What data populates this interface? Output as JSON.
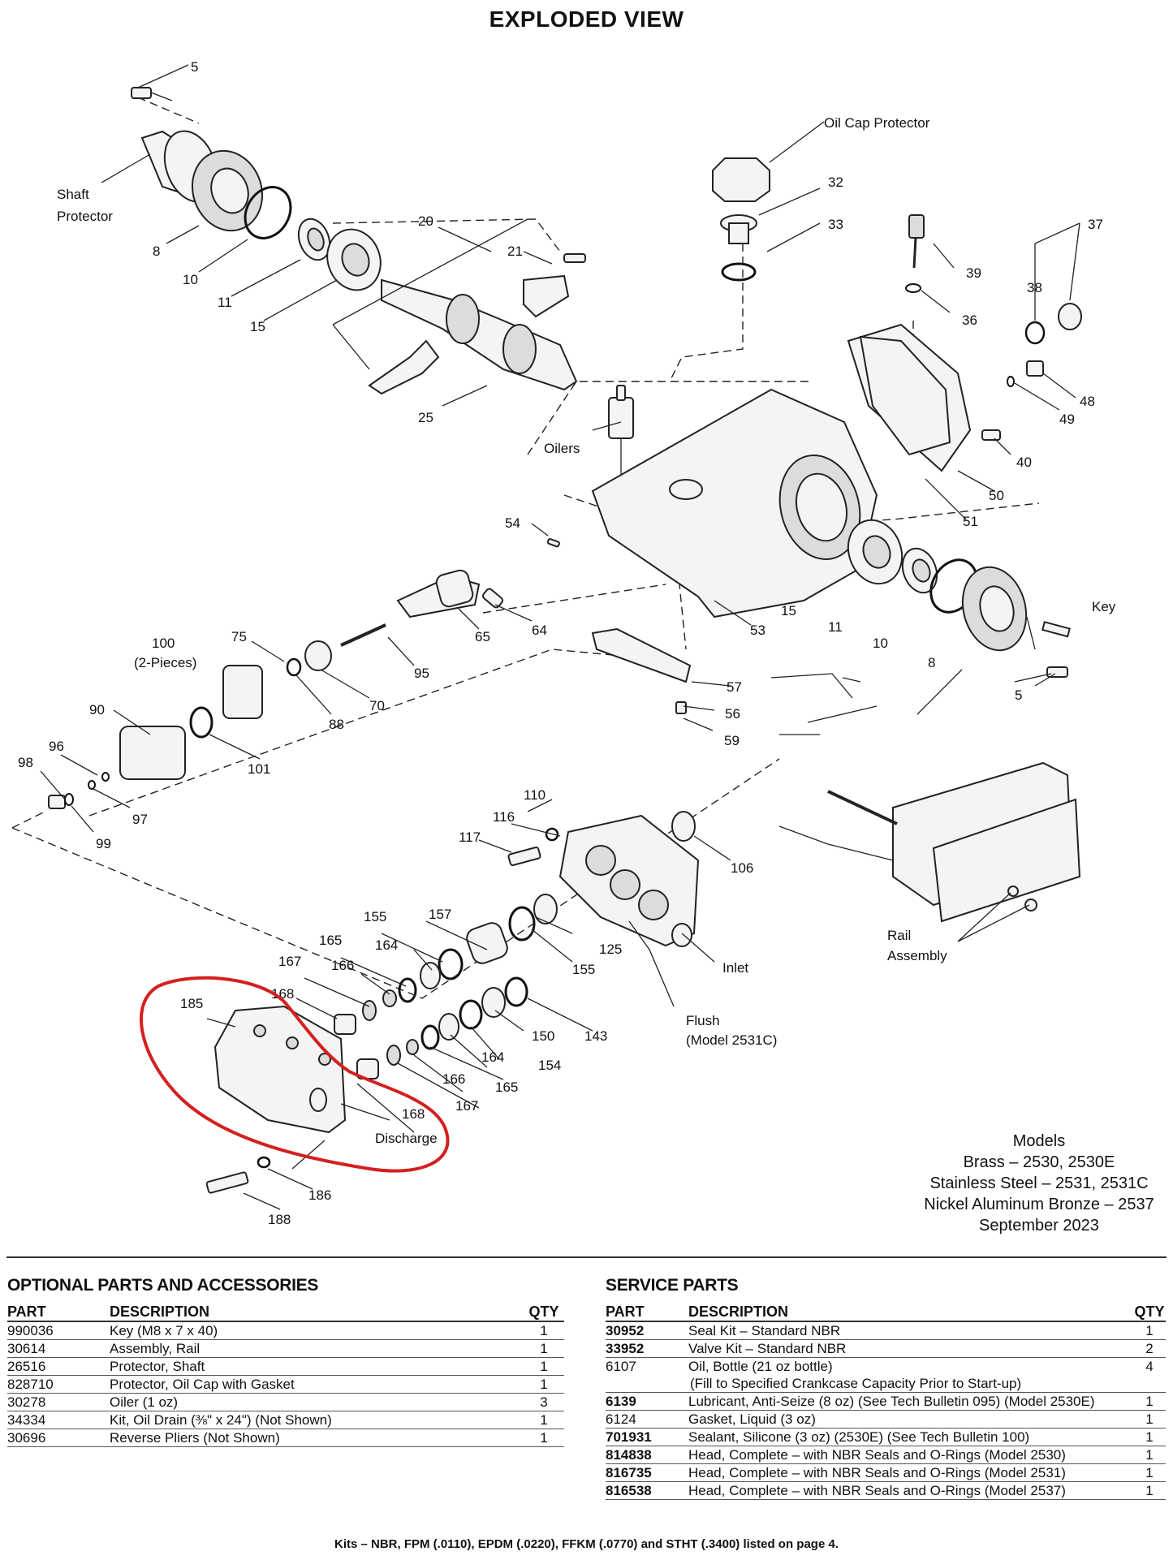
{
  "title": "EXPLODED VIEW",
  "callouts": [
    {
      "id": "c5a",
      "text": "5"
    },
    {
      "id": "c8a",
      "text": "8"
    },
    {
      "id": "c10a",
      "text": "10"
    },
    {
      "id": "c11a",
      "text": "11"
    },
    {
      "id": "c15a",
      "text": "15"
    },
    {
      "id": "c20",
      "text": "20"
    },
    {
      "id": "c21",
      "text": "21"
    },
    {
      "id": "c25",
      "text": "25"
    },
    {
      "id": "c32",
      "text": "32"
    },
    {
      "id": "c33",
      "text": "33"
    },
    {
      "id": "c36",
      "text": "36"
    },
    {
      "id": "c37",
      "text": "37"
    },
    {
      "id": "c38",
      "text": "38"
    },
    {
      "id": "c39",
      "text": "39"
    },
    {
      "id": "c40",
      "text": "40"
    },
    {
      "id": "c48",
      "text": "48"
    },
    {
      "id": "c49",
      "text": "49"
    },
    {
      "id": "c50",
      "text": "50"
    },
    {
      "id": "c51",
      "text": "51"
    },
    {
      "id": "c53",
      "text": "53"
    },
    {
      "id": "c54",
      "text": "54"
    },
    {
      "id": "c56",
      "text": "56"
    },
    {
      "id": "c57",
      "text": "57"
    },
    {
      "id": "c59",
      "text": "59"
    },
    {
      "id": "c64",
      "text": "64"
    },
    {
      "id": "c65",
      "text": "65"
    },
    {
      "id": "c70",
      "text": "70"
    },
    {
      "id": "c75",
      "text": "75"
    },
    {
      "id": "c88",
      "text": "88"
    },
    {
      "id": "c90",
      "text": "90"
    },
    {
      "id": "c95",
      "text": "95"
    },
    {
      "id": "c96",
      "text": "96"
    },
    {
      "id": "c97",
      "text": "97"
    },
    {
      "id": "c98",
      "text": "98"
    },
    {
      "id": "c99",
      "text": "99"
    },
    {
      "id": "c100",
      "text": "100"
    },
    {
      "id": "c100b",
      "text": "(2-Pieces)"
    },
    {
      "id": "c101",
      "text": "101"
    },
    {
      "id": "c106",
      "text": "106"
    },
    {
      "id": "c110",
      "text": "110"
    },
    {
      "id": "c116",
      "text": "116"
    },
    {
      "id": "c117",
      "text": "117"
    },
    {
      "id": "c125",
      "text": "125"
    },
    {
      "id": "c143",
      "text": "143"
    },
    {
      "id": "c150",
      "text": "150"
    },
    {
      "id": "c154",
      "text": "154"
    },
    {
      "id": "c155a",
      "text": "155"
    },
    {
      "id": "c155b",
      "text": "155"
    },
    {
      "id": "c157",
      "text": "157"
    },
    {
      "id": "c164a",
      "text": "164"
    },
    {
      "id": "c164b",
      "text": "164"
    },
    {
      "id": "c165a",
      "text": "165"
    },
    {
      "id": "c165b",
      "text": "165"
    },
    {
      "id": "c166a",
      "text": "166"
    },
    {
      "id": "c166b",
      "text": "166"
    },
    {
      "id": "c167a",
      "text": "167"
    },
    {
      "id": "c167b",
      "text": "167"
    },
    {
      "id": "c168a",
      "text": "168"
    },
    {
      "id": "c168b",
      "text": "168"
    },
    {
      "id": "c185",
      "text": "185"
    },
    {
      "id": "c186",
      "text": "186"
    },
    {
      "id": "c188",
      "text": "188"
    },
    {
      "id": "c15b",
      "text": "15"
    },
    {
      "id": "c11b",
      "text": "11"
    },
    {
      "id": "c10b",
      "text": "10"
    },
    {
      "id": "c8b",
      "text": "8"
    },
    {
      "id": "c5b",
      "text": "5"
    }
  ],
  "labels": {
    "shaft_protector_1": "Shaft",
    "shaft_protector_2": "Protector",
    "oil_cap_protector": "Oil Cap Protector",
    "oilers": "Oilers",
    "key": "Key",
    "inlet": "Inlet",
    "flush_1": "Flush",
    "flush_2": "(Model 2531C)",
    "rail_1": "Rail",
    "rail_2": "Assembly",
    "discharge": "Discharge"
  },
  "models": {
    "line1": "Models",
    "line2": "Brass – 2530, 2530E",
    "line3": "Stainless Steel – 2531, 2531C",
    "line4": "Nickel Aluminum Bronze – 2537",
    "line5": "September 2023"
  },
  "optional_parts": {
    "heading": "OPTIONAL PARTS AND ACCESSORIES",
    "headers": {
      "part": "PART",
      "description": "DESCRIPTION",
      "qty": "QTY"
    },
    "rows": [
      {
        "part": "990036",
        "description": "Key (M8 x 7 x 40)",
        "qty": "1"
      },
      {
        "part": "30614",
        "description": "Assembly, Rail",
        "qty": "1"
      },
      {
        "part": "26516",
        "description": "Protector, Shaft",
        "qty": "1"
      },
      {
        "part": "828710",
        "description": "Protector, Oil Cap with Gasket",
        "qty": "1"
      },
      {
        "part": "30278",
        "description": "Oiler (1 oz)",
        "qty": "3"
      },
      {
        "part": "34334",
        "description": "Kit, Oil Drain (⅜\" x 24\") (Not Shown)",
        "qty": "1"
      },
      {
        "part": "30696",
        "description": "Reverse Pliers (Not Shown)",
        "qty": "1"
      }
    ]
  },
  "service_parts": {
    "heading": "SERVICE PARTS",
    "headers": {
      "part": "PART",
      "description": "DESCRIPTION",
      "qty": "QTY"
    },
    "rows": [
      {
        "part": "30952",
        "description": "Seal Kit – Standard NBR",
        "qty": "1"
      },
      {
        "part": "33952",
        "description": "Valve Kit – Standard NBR",
        "qty": "2"
      },
      {
        "part": "6107",
        "description": "Oil, Bottle (21 oz bottle)",
        "description2": "(Fill to Specified Crankcase Capacity Prior to Start-up)",
        "qty": "4"
      },
      {
        "part": "6139",
        "description": "Lubricant, Anti-Seize (8 oz) (See Tech Bulletin 095) (Model 2530E)",
        "qty": "1"
      },
      {
        "part": "6124",
        "description": "Gasket, Liquid (3 oz)",
        "qty": "1"
      },
      {
        "part": "701931",
        "description": "Sealant, Silicone (3 oz) (2530E) (See Tech Bulletin 100)",
        "qty": "1"
      },
      {
        "part": "814838",
        "description": "Head, Complete – with NBR Seals and O-Rings (Model 2530)",
        "qty": "1"
      },
      {
        "part": "816735",
        "description": "Head, Complete – with NBR Seals and O-Rings (Model 2531)",
        "qty": "1"
      },
      {
        "part": "816538",
        "description": "Head, Complete – with NBR Seals and O-Rings (Model 2537)",
        "qty": "1"
      }
    ]
  },
  "footer": "Kits – NBR, FPM (.0110), EPDM (.0220), FFKM (.0770) and STHT (.3400) listed on page 4."
}
